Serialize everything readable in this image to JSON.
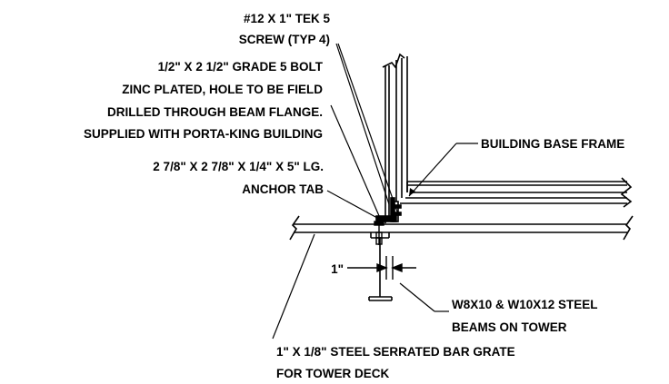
{
  "notes": {
    "tek_screw": [
      "#12 X 1\" TEK 5",
      "SCREW (TYP 4)"
    ],
    "bolt": [
      "1/2\" X 2 1/2\" GRADE 5 BOLT",
      "ZINC PLATED, HOLE TO BE FIELD",
      "DRILLED THROUGH BEAM FLANGE.",
      "SUPPLIED WITH PORTA-KING BUILDING"
    ],
    "anchor_tab": [
      "2 7/8\" X 2 7/8\" X 1/4\" X 5\" LG.",
      "ANCHOR TAB"
    ],
    "base_frame": "BUILDING BASE FRAME",
    "gap_dim": "1\"",
    "beams": [
      "W8X10 & W10X12 STEEL",
      "BEAMS ON TOWER"
    ],
    "grate": [
      "1\" X 1/8\" STEEL SERRATED BAR GRATE",
      "FOR TOWER DECK"
    ]
  },
  "colors": {
    "ink": "#000000",
    "paper": "#ffffff"
  }
}
